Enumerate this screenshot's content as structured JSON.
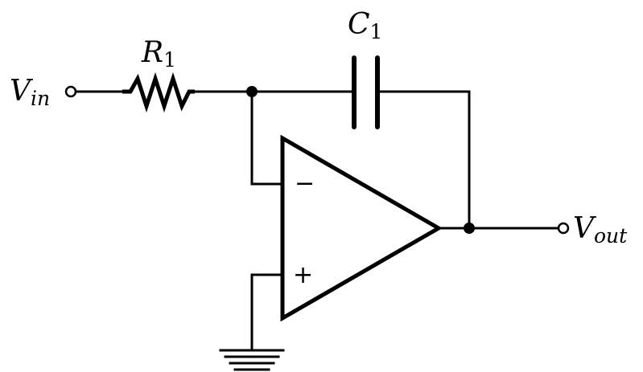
{
  "labels": {
    "input": {
      "main": "V",
      "sub": "in"
    },
    "output": {
      "main": "V",
      "sub": "out"
    },
    "resistor": {
      "main": "R",
      "sub": "1"
    },
    "capacitor": {
      "main": "C",
      "sub": "1"
    }
  },
  "opamp": {
    "inverting_sign": "−",
    "noninverting_sign": "+"
  }
}
